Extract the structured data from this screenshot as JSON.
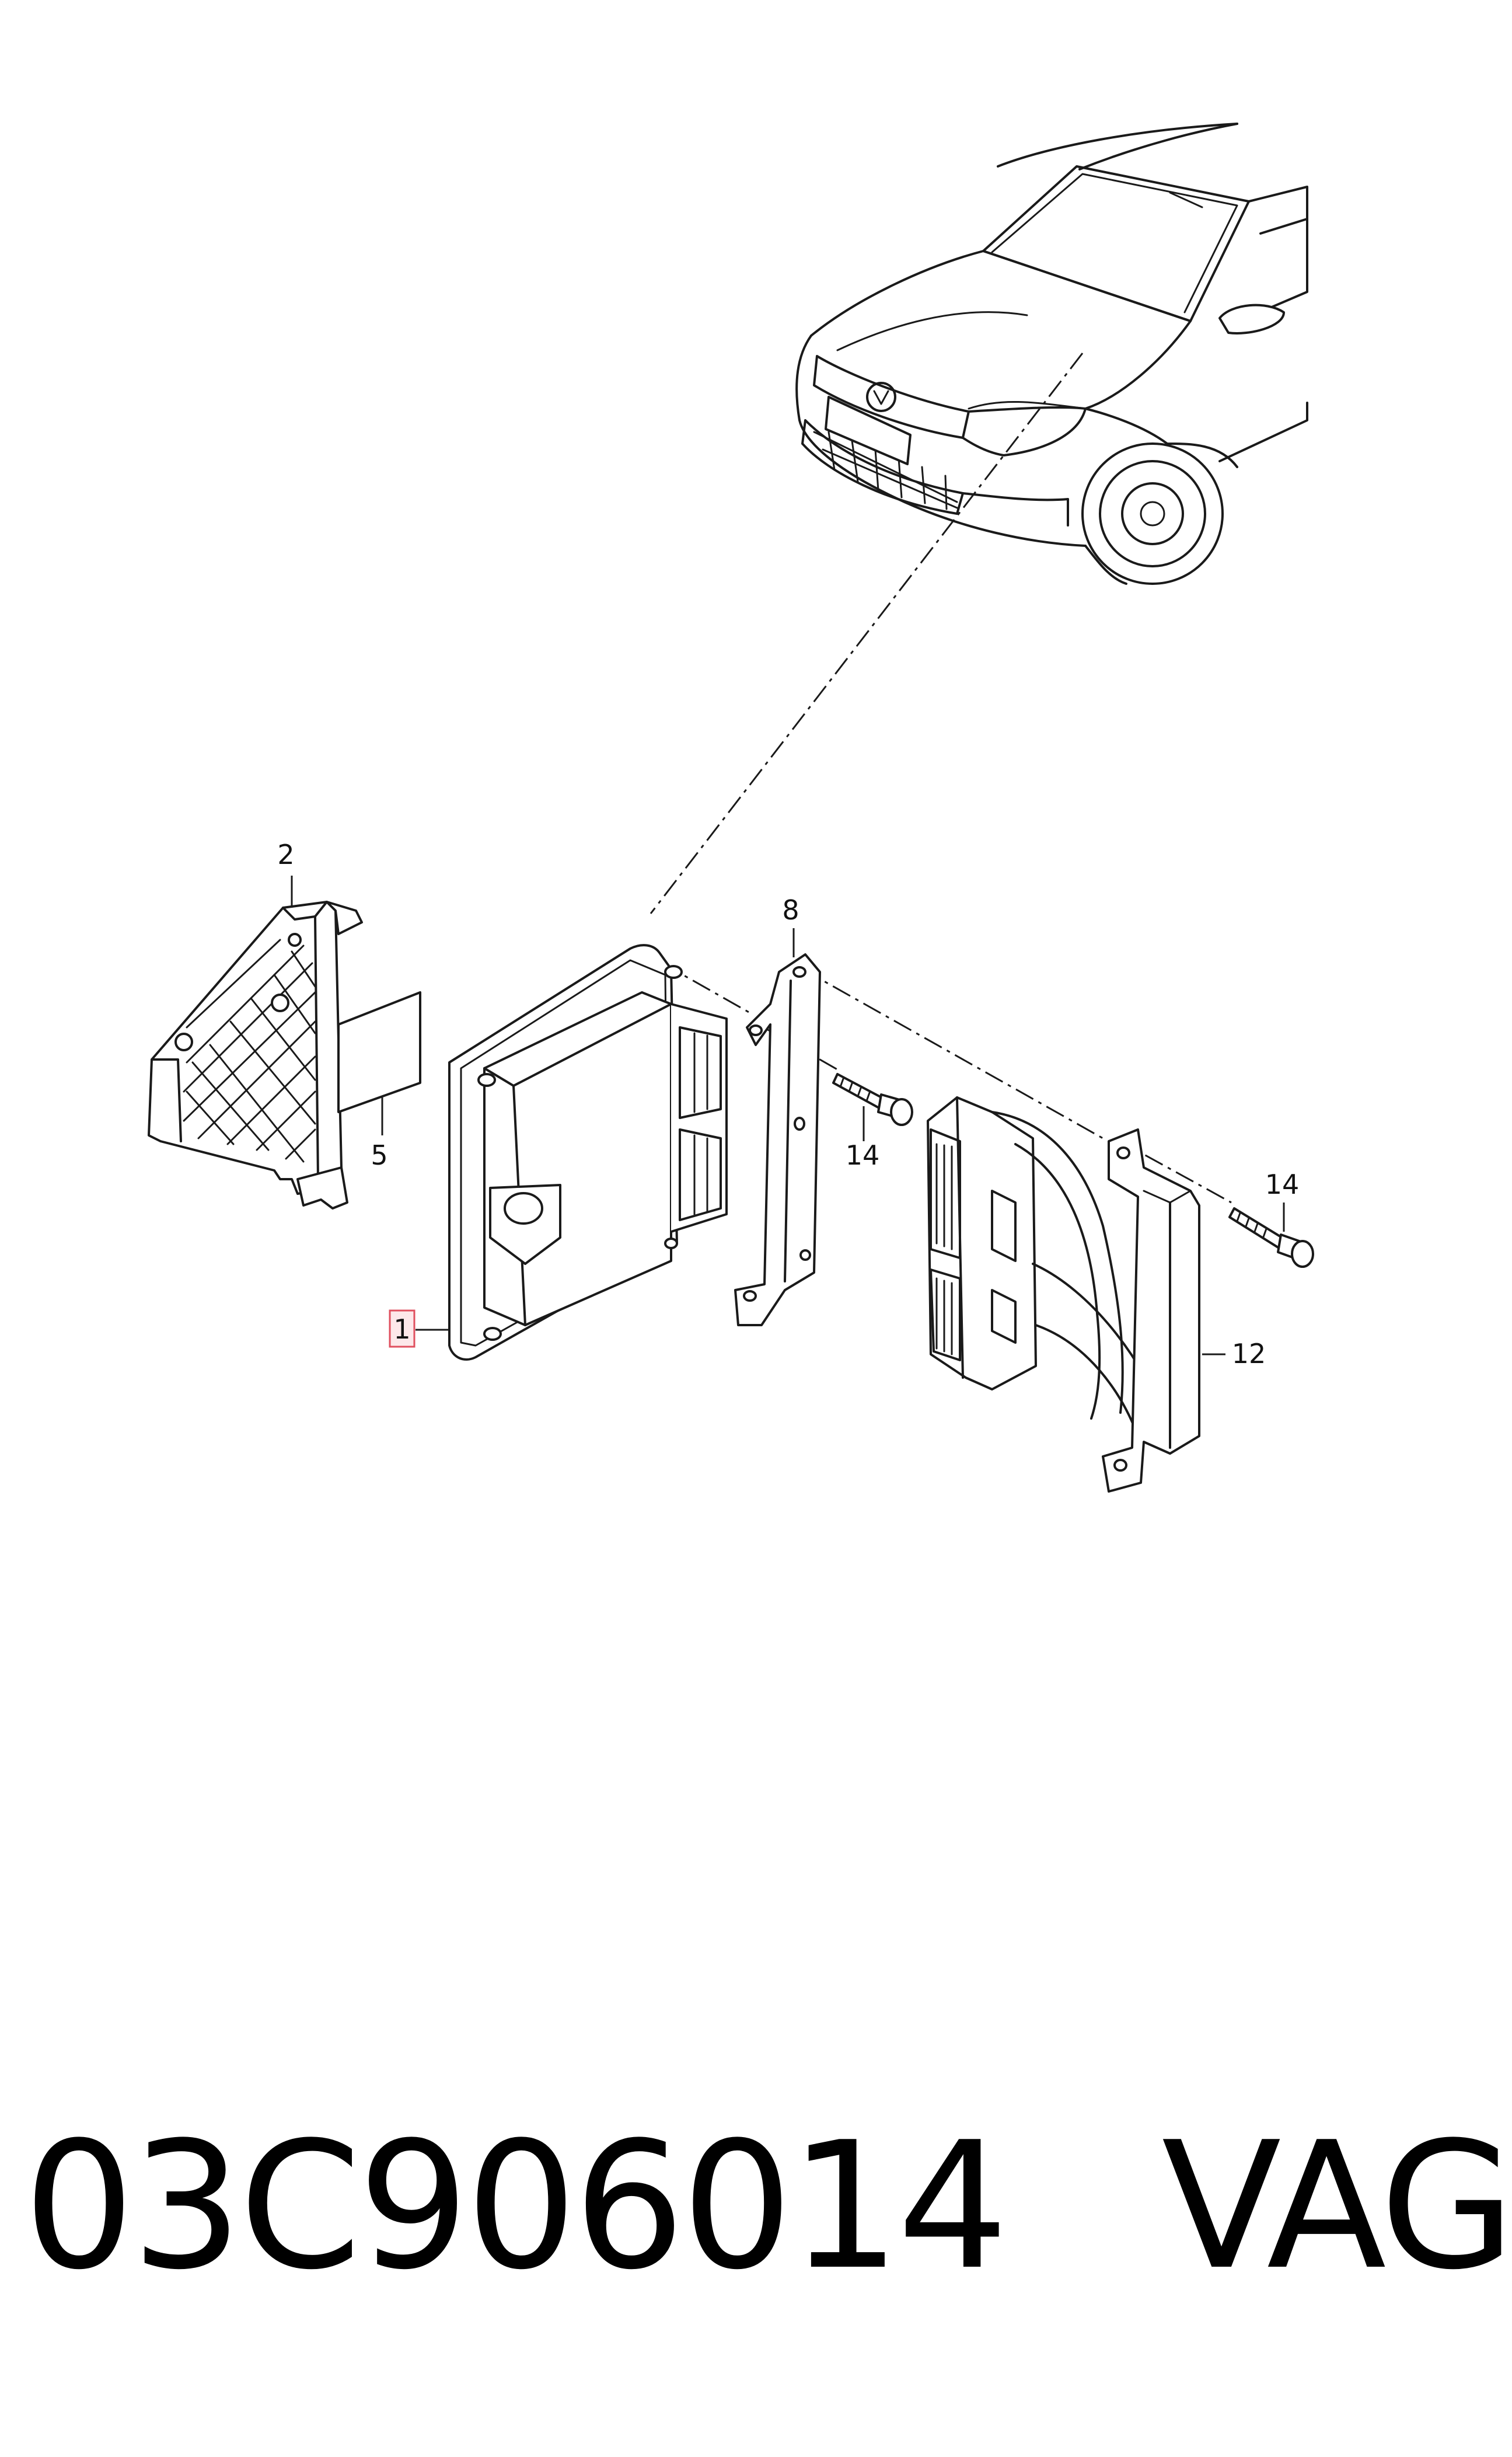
{
  "callouts": {
    "c1": "1",
    "c2": "2",
    "c5": "5",
    "c8": "8",
    "c12": "12",
    "c14a": "14",
    "c14b": "14"
  },
  "highlighted_callout": "1",
  "caption": {
    "part_number": "03C906014",
    "brand": "VAG",
    "full": "03C906014   VAG"
  },
  "colors": {
    "line": "#1a1a1a",
    "highlight_fill": "#fde8ea",
    "highlight_stroke": "#e0505f",
    "background": "#ffffff"
  }
}
